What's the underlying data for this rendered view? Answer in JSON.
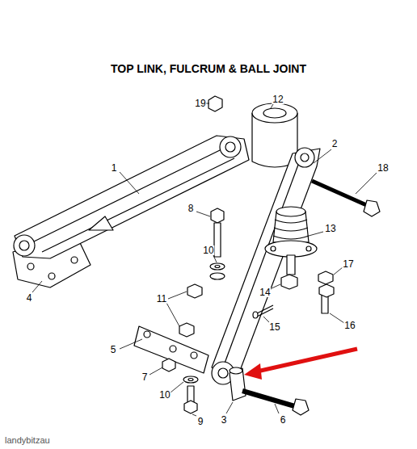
{
  "diagram": {
    "title": "TOP LINK, FULCRUM & BALL JOINT",
    "labels": [
      "19",
      "12",
      "1",
      "2",
      "18",
      "8",
      "13",
      "10",
      "17",
      "11",
      "4",
      "14",
      "15",
      "16",
      "5",
      "7",
      "10",
      "9",
      "3",
      "6",
      "landybitzau"
    ]
  }
}
